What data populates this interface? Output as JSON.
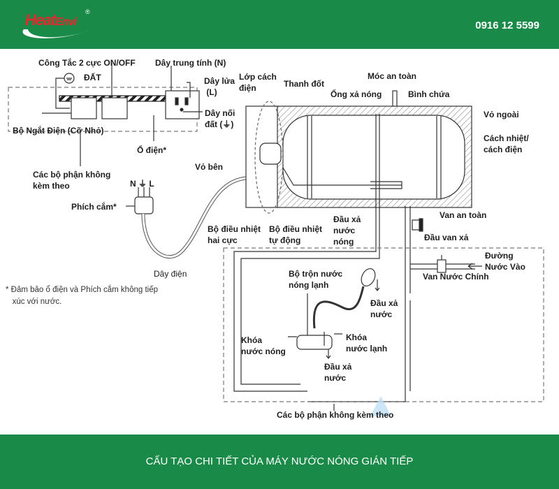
{
  "header": {
    "brand": "HeatEnvi",
    "brand_a": "Heat",
    "brand_b": "Envi",
    "phone": "0916 12 5599"
  },
  "labels": {
    "switch": "Công Tắc 2 cực ON/OFF",
    "neutral": "Dây trung tính (N)",
    "earth": "ĐẤT",
    "live_1": "Dây lửa",
    "live_2": "(L)",
    "insul_1": "Lớp cách",
    "insul_2": "điện",
    "heater": "Thanh đốt",
    "hook": "Móc an toàn",
    "hot_pipe": "Ống xả nóng",
    "tank": "Bình chứa",
    "ground_1": "Dây nối",
    "ground_2": "đất (⏚)",
    "outer_case": "Vỏ ngoài",
    "breaker": "Bộ Ngắt Điện (Cỡ Nhỏ)",
    "thermal_1": "Cách nhiệt/",
    "thermal_2": "cách điện",
    "socket": "Ổ điện*",
    "side_case": "Vỏ bên",
    "not_incl_1": "Các bộ phận không",
    "not_incl_2": "kèm theo",
    "plug_pins": "N ⏚ L",
    "plug": "Phích cắm*",
    "safety_valve": "Van an toàn",
    "hot_out_1": "Đầu xả",
    "hot_out_2": "nước",
    "hot_out_3": "nóng",
    "thermo2_1": "Bộ điều nhiệt",
    "thermo2_2": "hai cực",
    "thermoauto_1": "Bộ điều nhiệt",
    "thermoauto_2": "tự động",
    "drain_valve": "Đầu van xả",
    "inlet_1": "Đường",
    "inlet_2": "Nước Vào",
    "main_valve": "Van Nước Chính",
    "cord": "Dây điện",
    "mixer_1": "Bộ trộn nước",
    "mixer_2": "nóng lạnh",
    "note_1": "* Đảm bảo ổ điện và Phích cắm không tiếp",
    "note_2": "xúc với nước.",
    "shower_out_1": "Đầu xả",
    "shower_out_2": "nước",
    "hot_tap_1": "Khóa",
    "hot_tap_2": "nước nóng",
    "cold_tap_1": "Khóa",
    "cold_tap_2": "nước lạnh",
    "tap_out_1": "Đầu xả",
    "tap_out_2": "nước",
    "not_incl_bottom": "Các bộ phận không kèm theo"
  },
  "footer": {
    "title": "CẤU TẠO CHI TIẾT CỦA MÁY NƯỚC NÓNG GIÁN TIẾP"
  }
}
